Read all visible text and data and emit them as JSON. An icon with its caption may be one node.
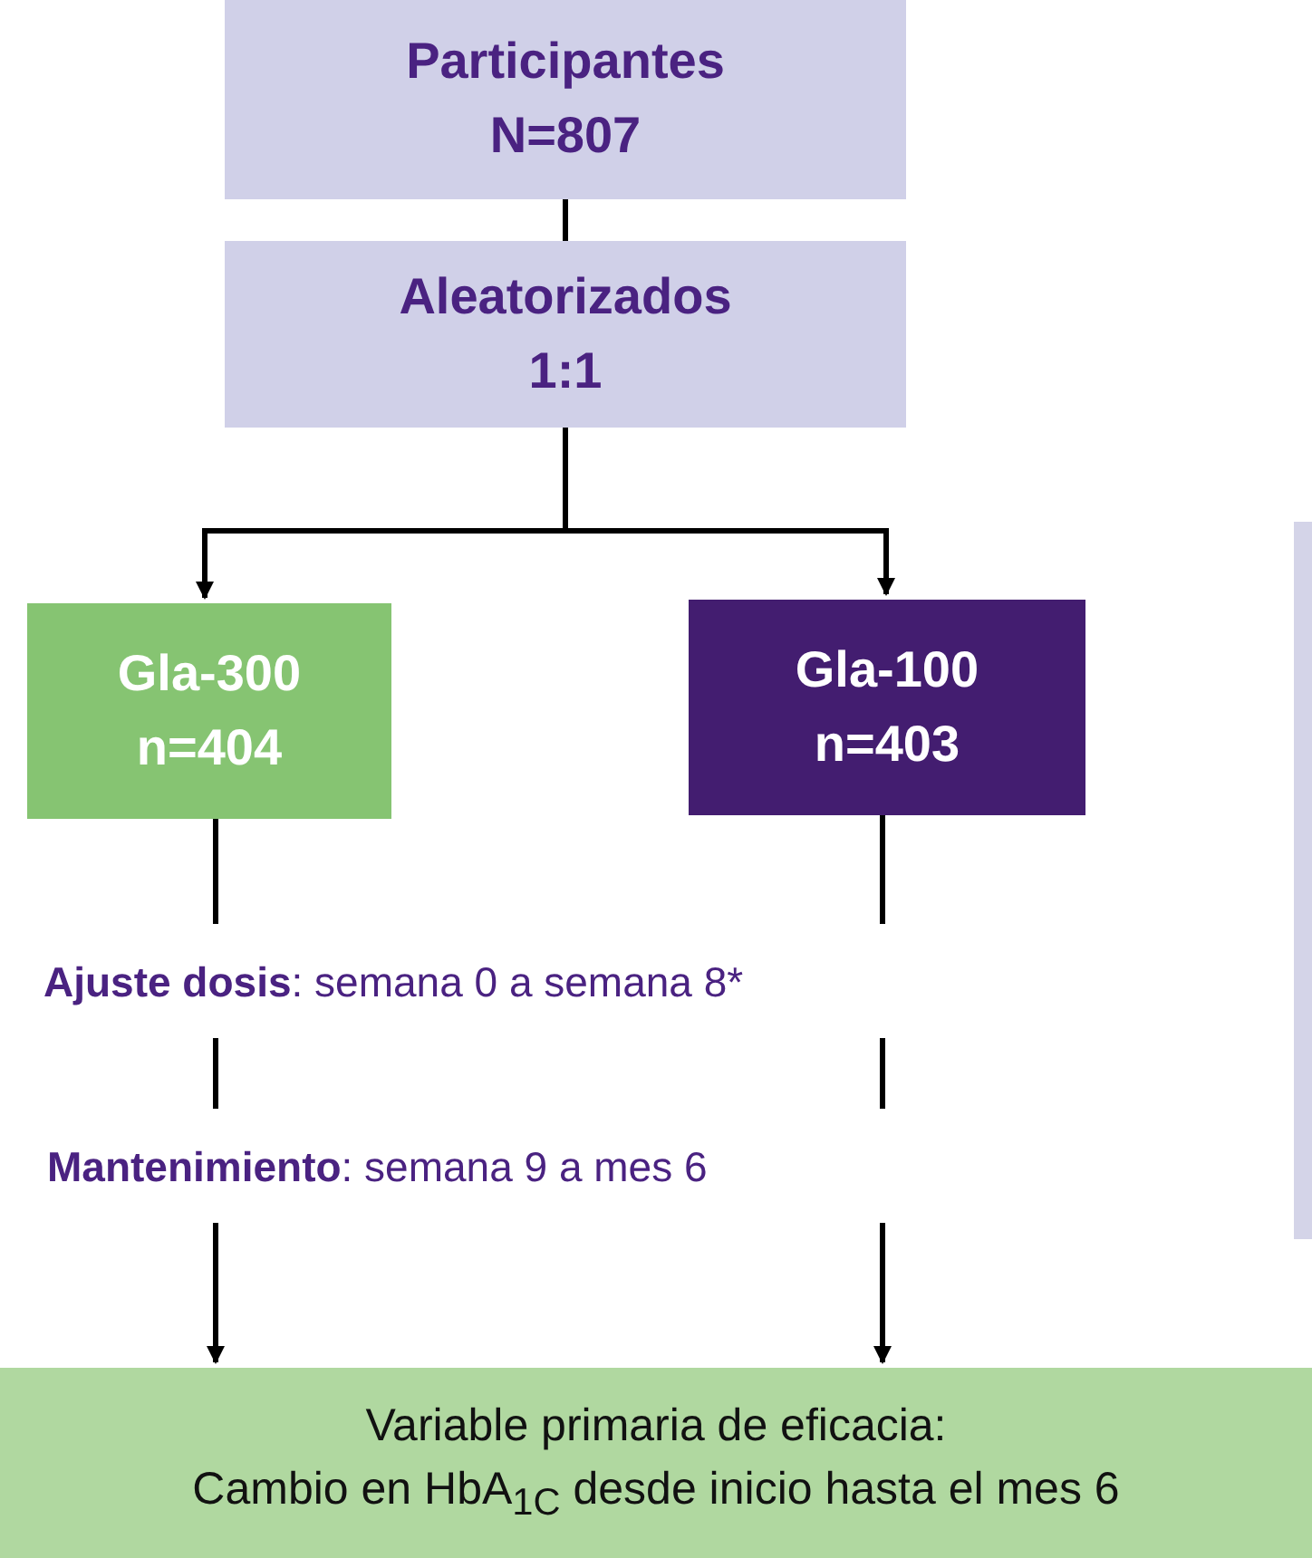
{
  "diagram": {
    "nodes": [
      {
        "text": [
          "Participantes",
          "N=807"
        ]
      },
      {
        "text": [
          "Aleatorizados",
          "1:1"
        ]
      },
      {
        "text": [
          "Gla-300",
          "n=404"
        ]
      },
      {
        "text": [
          "Gla-100",
          "n=403"
        ]
      },
      {
        "text": [
          "Variable primaria de eficacia:",
          "Cambio en HbA$_{1C}$ desde inicio hasta el mes 6"
        ]
      },
      {
        "text": [],
        "shape": "box"
      }
    ],
    "edges": [
      {
        "from": 0,
        "to": 1,
        "arrow": "none"
      },
      {
        "from": 1,
        "to": 2,
        "arrow": "to"
      },
      {
        "from": 1,
        "to": 3,
        "arrow": "to"
      },
      {
        "from": 2,
        "to": 4,
        "arrow": "to",
        "style": "dashed"
      },
      {
        "from": 3,
        "to": 4,
        "arrow": "to",
        "style": "dashed"
      }
    ],
    "labels": [
      "**Ajuste dosis**: semana 0 a semana 8*",
      "**Mantenimiento**: semana 9 a mes 6"
    ]
  }
}
